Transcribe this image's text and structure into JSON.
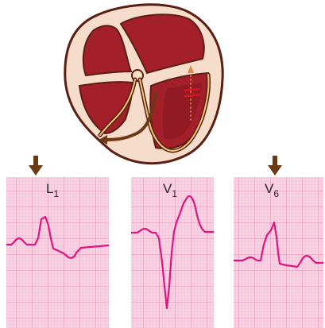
{
  "colors": {
    "heart_outline": "#5a1e12",
    "heart_wall": "#f6dccb",
    "myocardium": "#a3202b",
    "myocardium_dark": "#7c1420",
    "conduction": "#e9c878",
    "arrow": "#6b3a14",
    "block_mark": "#d8151c",
    "ecg_paper": "#f6d3e3",
    "grid_minor": "#eeb2cc",
    "grid_major": "#e08bb0",
    "trace": "#e0147e"
  },
  "icons": {
    "heart": "heart-cross-section-icon",
    "indicator": "down-arrow-icon",
    "block": "conduction-block-icon"
  },
  "panels": [
    {
      "id": "l1",
      "lead": "L",
      "sub": "1",
      "arrow": true
    },
    {
      "id": "v1",
      "lead": "V",
      "sub": "1",
      "arrow": false
    },
    {
      "id": "v6",
      "lead": "V",
      "sub": "6",
      "arrow": true
    }
  ]
}
